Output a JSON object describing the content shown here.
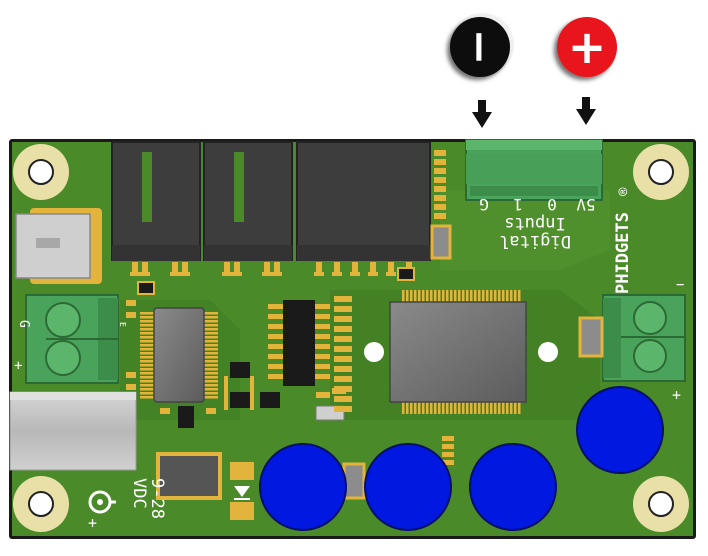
{
  "markers": {
    "minus_symbol": "−",
    "plus_symbol": "+"
  },
  "silkscreen": {
    "brand": "PHIDGETS",
    "registered": "®",
    "input_title_1": "Digital",
    "input_title_2": "Inputs",
    "pin_labels": [
      "5V",
      "0",
      "1",
      "G"
    ],
    "left_terminal_g": "G",
    "left_terminal_plus": "+",
    "right_terminal_minus": "−",
    "right_terminal_plus": "+",
    "power_range": "9-28",
    "power_unit": "VDC",
    "power_plus": "+",
    "small_mark": "E"
  },
  "colors": {
    "board": "#4a8a28",
    "board_edge": "#1a1a1a",
    "minus_marker": "#0a0a0a",
    "plus_marker": "#e8141a",
    "terminal_green": "#4aa35a",
    "capacitor_blue": "#0018e0",
    "pad_gold": "#e3b43c"
  }
}
